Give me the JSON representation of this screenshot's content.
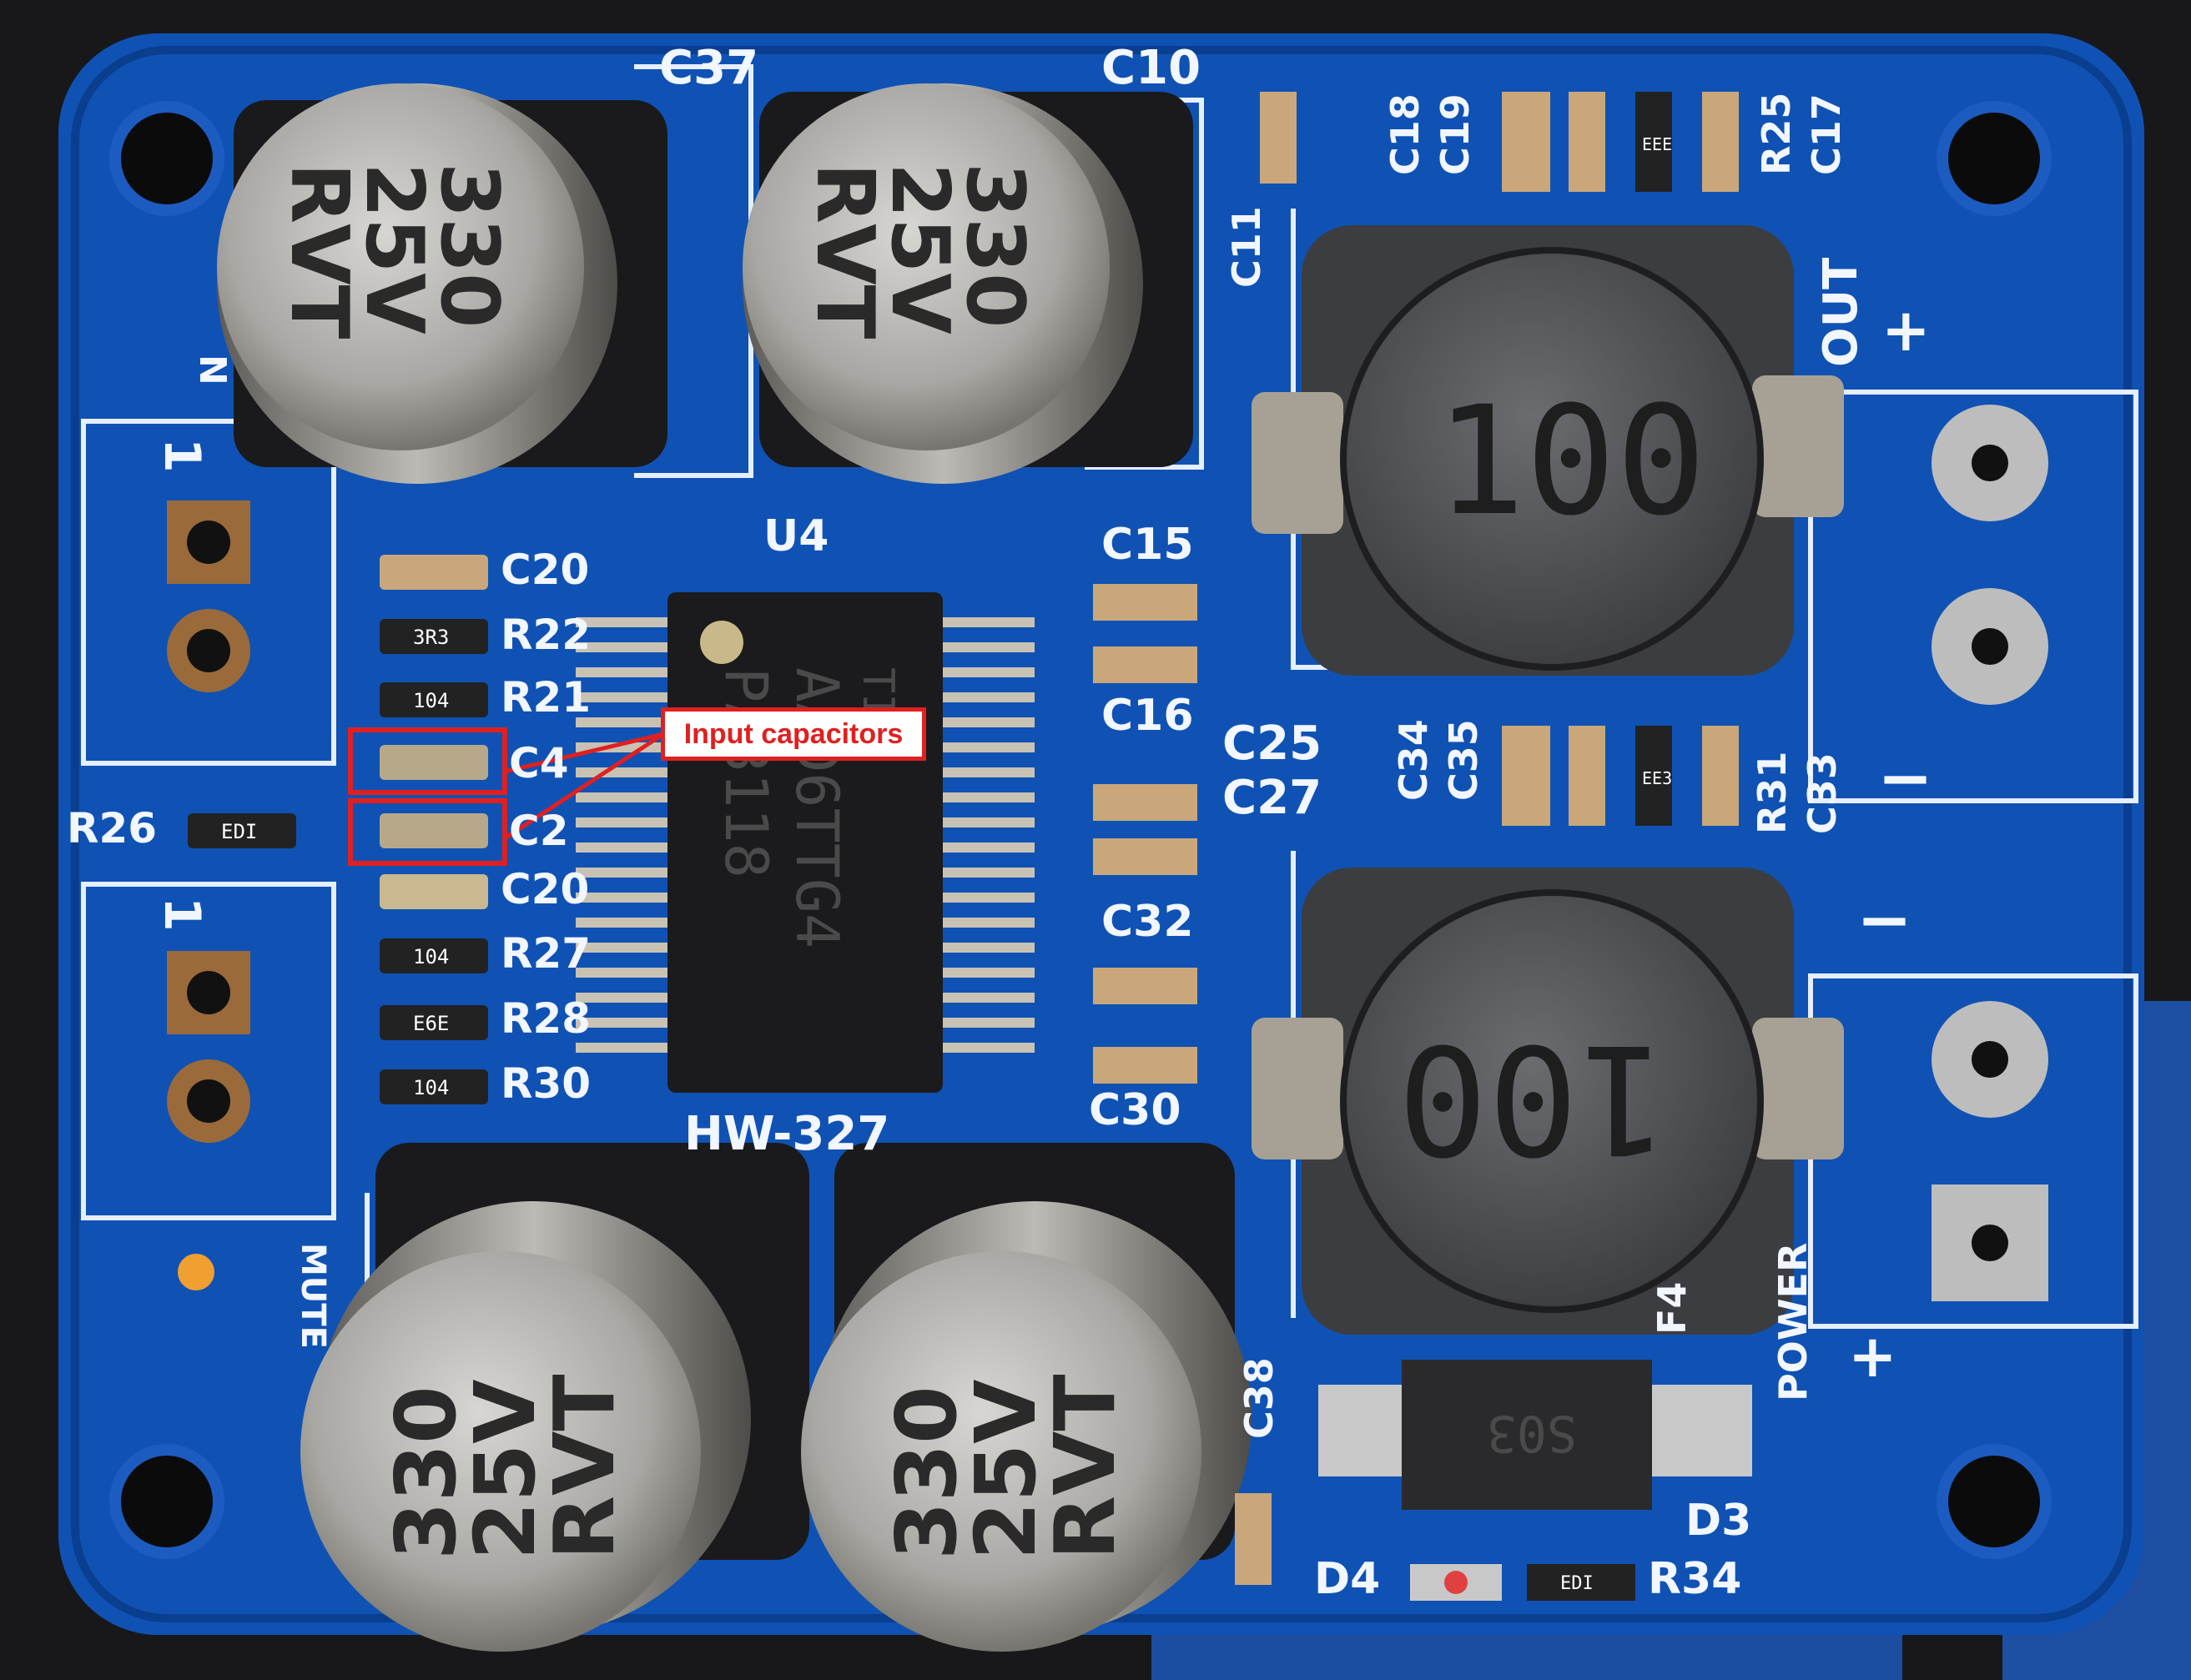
{
  "colors": {
    "pcb": "#0f52b4",
    "pcb_dark": "#0a3e8e",
    "silkscreen": "#f2f6ff",
    "callout": "#e02020",
    "cap_body": "#b8b6b2",
    "inductor": "#4a4c50",
    "chip": "#1b1b1d"
  },
  "annotation": {
    "label": "Input capacitors"
  },
  "silkscreen": {
    "c37": "C37",
    "c10": "C10",
    "c18": "C18",
    "c19": "C19",
    "r25": "R25",
    "c17": "C17",
    "c11": "C11",
    "out": "OUT",
    "plus_top": "+",
    "c15": "C15",
    "u4": "U4",
    "c16": "C16",
    "c20a": "C20",
    "r22": "R22",
    "r21": "R21",
    "c4": "C4",
    "c2": "C2",
    "c20b": "C20",
    "r27": "R27",
    "r28": "R28",
    "r30": "R30",
    "r26": "R26",
    "c25": "C25",
    "c27": "C27",
    "c34": "C34",
    "c35": "C35",
    "r31": "R31",
    "c33": "C33",
    "c32": "C32",
    "c30": "C30",
    "minus_mid": "−",
    "minus_low": "−",
    "hw": "HW-327",
    "mute": "MUTE",
    "c38": "C38",
    "d3": "D3",
    "d4": "D4",
    "r34": "R34",
    "power": "POWER",
    "plus_low": "+",
    "one_a": "1",
    "one_b": "1",
    "n": "N",
    "f4": "F4"
  },
  "components": {
    "cap_markings": [
      "330",
      "25V",
      "RVT"
    ],
    "inductor_marking": "100",
    "chip_brand": "TI",
    "chip_line1": "AAD6TTG4",
    "chip_line2": "PA3118",
    "diode_marking": "S03",
    "smd_codes": {
      "r22": "3R3",
      "r21": "104",
      "r26": "EDI",
      "r27": "104",
      "r28": "E6E",
      "r30": "104",
      "r25": "EEE",
      "r31": "EE3",
      "r34": "EDI"
    }
  }
}
